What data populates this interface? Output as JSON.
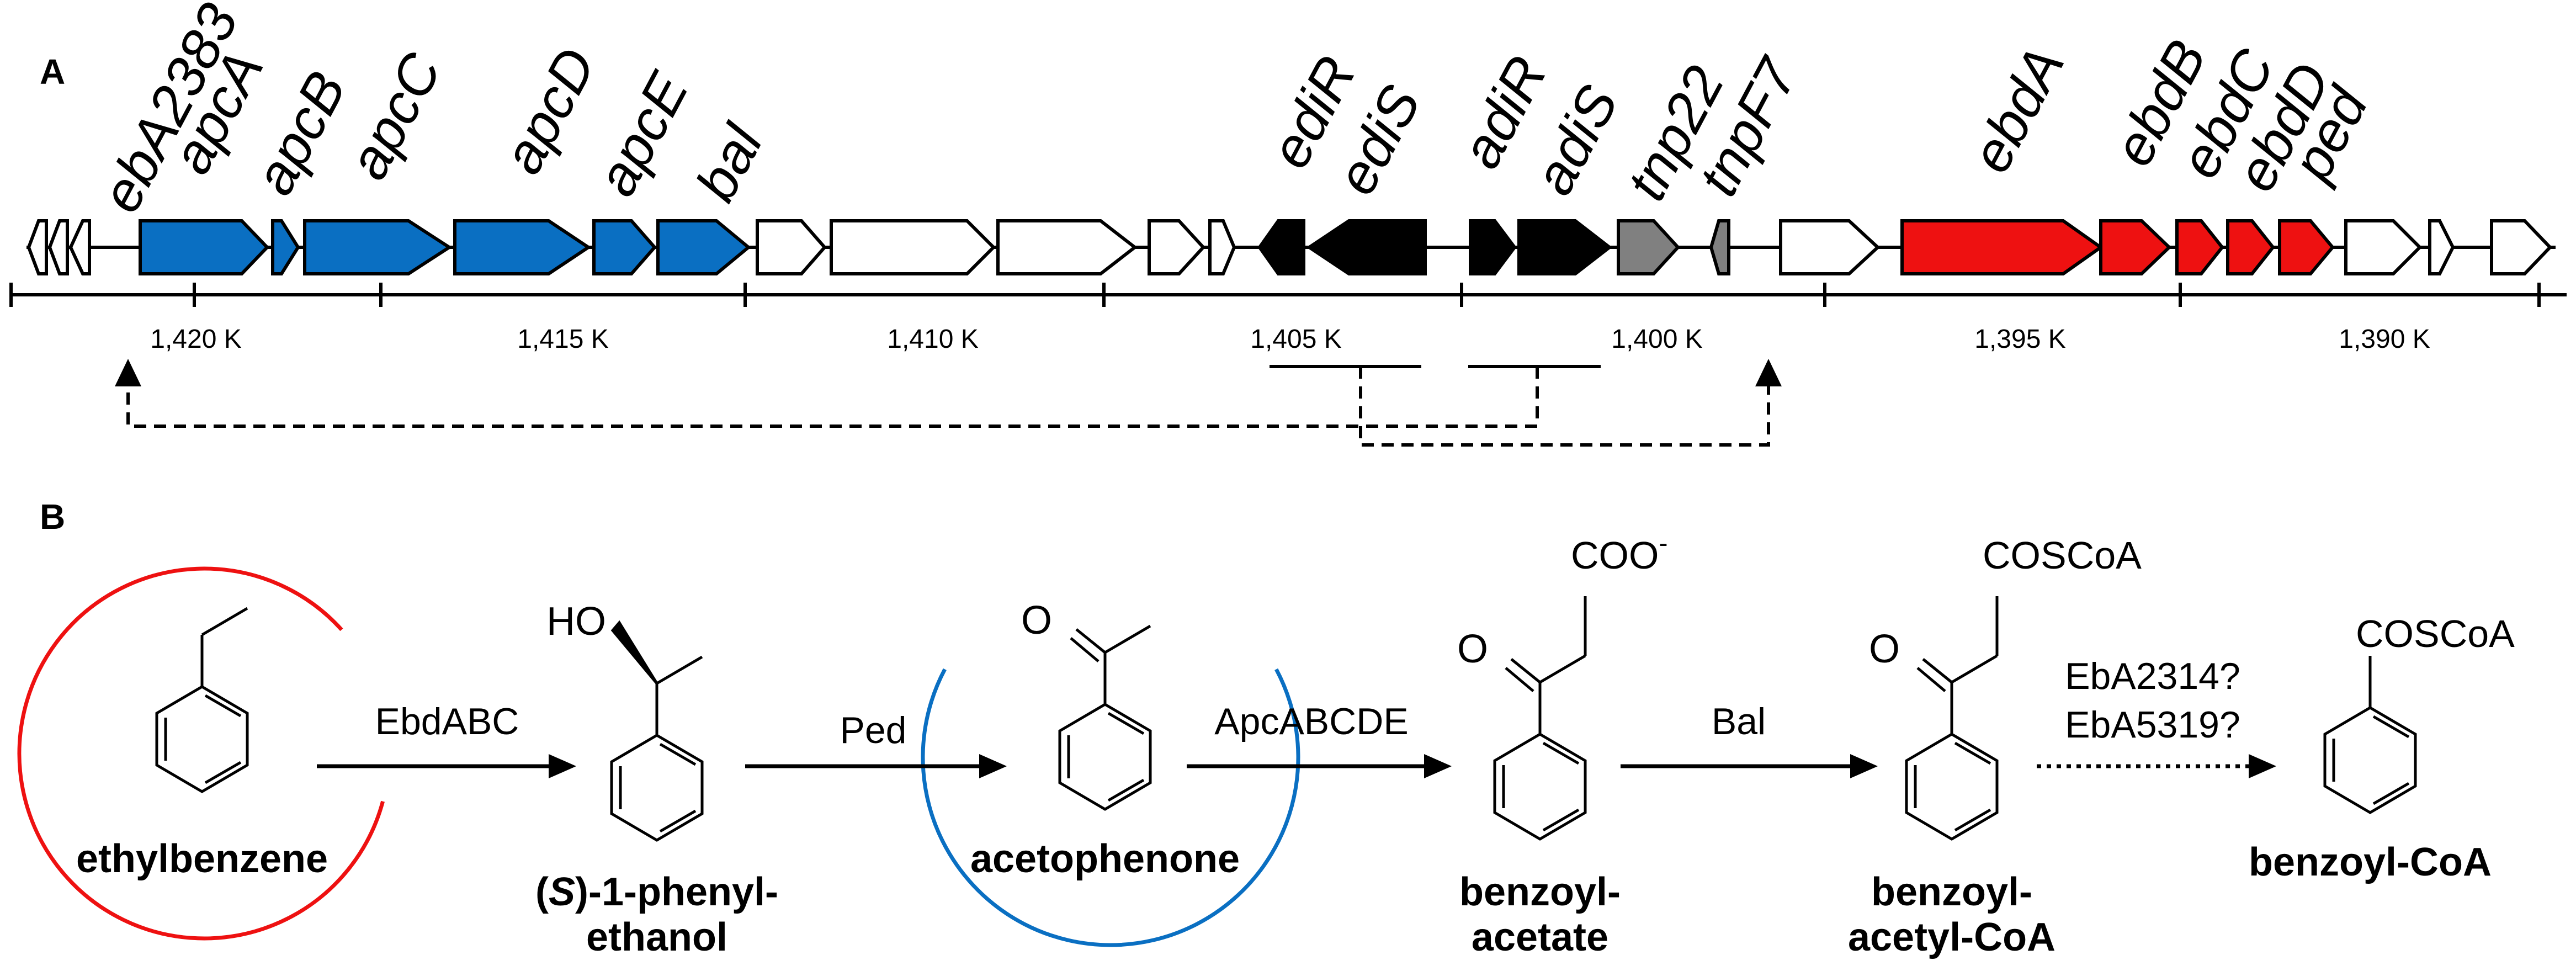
{
  "panel_a": {
    "label": "A",
    "genes": [
      {
        "id": "o1",
        "dir": "left",
        "color": "#ffffff"
      },
      {
        "id": "o2",
        "dir": "left",
        "color": "#ffffff"
      },
      {
        "id": "o3",
        "dir": "left",
        "color": "#ffffff"
      },
      {
        "id": "apcA",
        "dir": "right",
        "color": "#0a6fc2"
      },
      {
        "id": "apcB",
        "dir": "right",
        "color": "#0a6fc2"
      },
      {
        "id": "apcC",
        "dir": "right",
        "color": "#0a6fc2"
      },
      {
        "id": "apcD",
        "dir": "right",
        "color": "#0a6fc2"
      },
      {
        "id": "apcE",
        "dir": "right",
        "color": "#0a6fc2"
      },
      {
        "id": "bal",
        "dir": "right",
        "color": "#0a6fc2"
      },
      {
        "id": "o4",
        "dir": "right",
        "color": "#ffffff"
      },
      {
        "id": "o5",
        "dir": "right",
        "color": "#ffffff"
      },
      {
        "id": "o6",
        "dir": "right",
        "color": "#ffffff"
      },
      {
        "id": "o7",
        "dir": "right",
        "color": "#ffffff"
      },
      {
        "id": "o8",
        "dir": "right",
        "color": "#ffffff"
      },
      {
        "id": "ediR",
        "dir": "left",
        "color": "#000000"
      },
      {
        "id": "ediS",
        "dir": "left",
        "color": "#000000"
      },
      {
        "id": "adiR",
        "dir": "right",
        "color": "#000000"
      },
      {
        "id": "adiS",
        "dir": "right",
        "color": "#000000"
      },
      {
        "id": "tnp22",
        "dir": "right",
        "color": "#808080"
      },
      {
        "id": "tnpF7",
        "dir": "left",
        "color": "#808080"
      },
      {
        "id": "o9",
        "dir": "right",
        "color": "#ffffff"
      },
      {
        "id": "ebdA",
        "dir": "right",
        "color": "#ee1111"
      },
      {
        "id": "ebdB",
        "dir": "right",
        "color": "#ee1111"
      },
      {
        "id": "ebdC",
        "dir": "right",
        "color": "#ee1111"
      },
      {
        "id": "ebdD",
        "dir": "right",
        "color": "#ee1111"
      },
      {
        "id": "ped",
        "dir": "right",
        "color": "#ee1111"
      },
      {
        "id": "o10",
        "dir": "right",
        "color": "#ffffff"
      },
      {
        "id": "o11",
        "dir": "right",
        "color": "#ffffff"
      },
      {
        "id": "o12",
        "dir": "right",
        "color": "#ffffff"
      }
    ],
    "gene_labels": [
      {
        "id": "ebA2383",
        "text": "ebA2383"
      },
      {
        "id": "apcA",
        "text": "apcA"
      },
      {
        "id": "apcB",
        "text": "apcB"
      },
      {
        "id": "apcC",
        "text": "apcC"
      },
      {
        "id": "apcD",
        "text": "apcD"
      },
      {
        "id": "apcE",
        "text": "apcE"
      },
      {
        "id": "bal",
        "text": "bal"
      },
      {
        "id": "ediR",
        "text": "ediR"
      },
      {
        "id": "ediS",
        "text": "ediS"
      },
      {
        "id": "adiR",
        "text": "adiR"
      },
      {
        "id": "adiS",
        "text": "adiS"
      },
      {
        "id": "tnp22",
        "text": "tnp22"
      },
      {
        "id": "tnpF7",
        "text": "tnpF7"
      },
      {
        "id": "ebdA",
        "text": "ebdA"
      },
      {
        "id": "ebdB",
        "text": "ebdB"
      },
      {
        "id": "ebdC",
        "text": "ebdC"
      },
      {
        "id": "ebdD",
        "text": "ebdD"
      },
      {
        "id": "ped",
        "text": "ped"
      }
    ],
    "scale_labels": [
      "1,420 K",
      "1,415 K",
      "1,410 K",
      "1,405 K",
      "1,400 K",
      "1,395 K",
      "1,390 K"
    ]
  },
  "panel_b": {
    "label": "B",
    "colors": {
      "ethylbenzene_circle": "#ee1111",
      "acetophenone_circle": "#0a6fc2"
    },
    "enzymes": {
      "ebdabc": "EbdABC",
      "ped": "Ped",
      "apc": "ApcABCDE",
      "bal": "Bal",
      "eba2314": "EbA2314?",
      "eba5319": "EbA5319?"
    },
    "compounds": {
      "ethylbenzene": [
        "ethylbenzene"
      ],
      "phenylethanol_italic": "S",
      "phenylethanol_line1_pre": "(",
      "phenylethanol_line1_post": ")-1-phenyl-",
      "phenylethanol_line2": "ethanol",
      "acetophenone": [
        "acetophenone"
      ],
      "benzoylacetate": [
        "benzoyl-",
        "acetate"
      ],
      "benzoylacetylcoa": [
        "benzoyl-",
        "acetyl-CoA"
      ],
      "benzoylcoa": [
        "benzoyl-CoA"
      ]
    },
    "groups": {
      "ho": "HO",
      "o": "O",
      "coo": "COO",
      "coo_charge": "-",
      "coscoa": "COSCoA"
    }
  }
}
